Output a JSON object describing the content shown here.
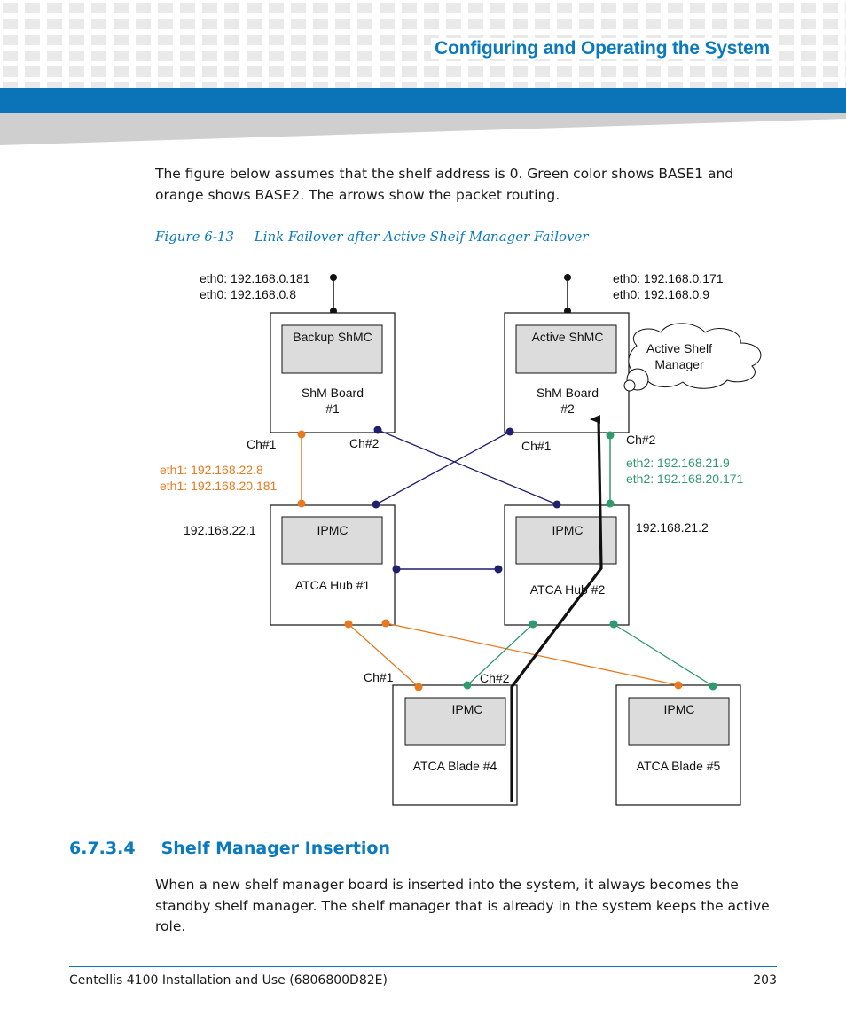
{
  "header": {
    "title": "Configuring and Operating the System"
  },
  "intro_text": "The figure below assumes that the shelf address is 0. Green color shows BASE1 and orange shows BASE2. The arrows show the packet routing.",
  "figure": {
    "number": "Figure 6-13",
    "caption": "Link Failover after Active Shelf Manager Failover"
  },
  "diagram": {
    "shm1": {
      "eth_line1": "eth0: 192.168.0.181",
      "eth_line2": "eth0: 192.168.0.8",
      "inner_label": "Backup ShMC",
      "board_line1": "ShM Board",
      "board_line2": "#1",
      "ch1": "Ch#1",
      "ch2": "Ch#2",
      "eth1_line1": "eth1: 192.168.22.8",
      "eth1_line2": "eth1: 192.168.20.181"
    },
    "shm2": {
      "eth_line1": "eth0: 192.168.0.171",
      "eth_line2": "eth0: 192.168.0.9",
      "inner_label": "Active ShMC",
      "board_line1": "ShM Board",
      "board_line2": "#2",
      "ch1": "Ch#1",
      "ch2": "Ch#2",
      "eth2_line1": "eth2: 192.168.21.9",
      "eth2_line2": "eth2: 192.168.20.171",
      "cloud_line1": "Active Shelf",
      "cloud_line2": "Manager"
    },
    "hub1": {
      "ip": "192.168.22.1",
      "ipmc": "IPMC",
      "label": "ATCA Hub #1"
    },
    "hub2": {
      "ip": "192.168.21.2",
      "ipmc": "IPMC",
      "label": "ATCA Hub #2"
    },
    "blade4": {
      "ipmc": "IPMC",
      "label": "ATCA Blade #4",
      "ch1": "Ch#1",
      "ch2": "Ch#2"
    },
    "blade5": {
      "ipmc": "IPMC",
      "label": "ATCA Blade #5"
    },
    "colors": {
      "orange": "#e8791e",
      "green": "#2f9a6e",
      "navy": "#1f1f6e",
      "box_fill": "#dcdcdc"
    }
  },
  "section": {
    "number": "6.7.3.4",
    "title": "Shelf Manager Insertion",
    "body": "When a new shelf manager board is inserted into the system, it always becomes the standby shelf manager. The shelf manager that is already in the system keeps the active role."
  },
  "footer": {
    "doc_title": "Centellis 4100 Installation and Use (6806800D82E)",
    "page_number": "203"
  }
}
